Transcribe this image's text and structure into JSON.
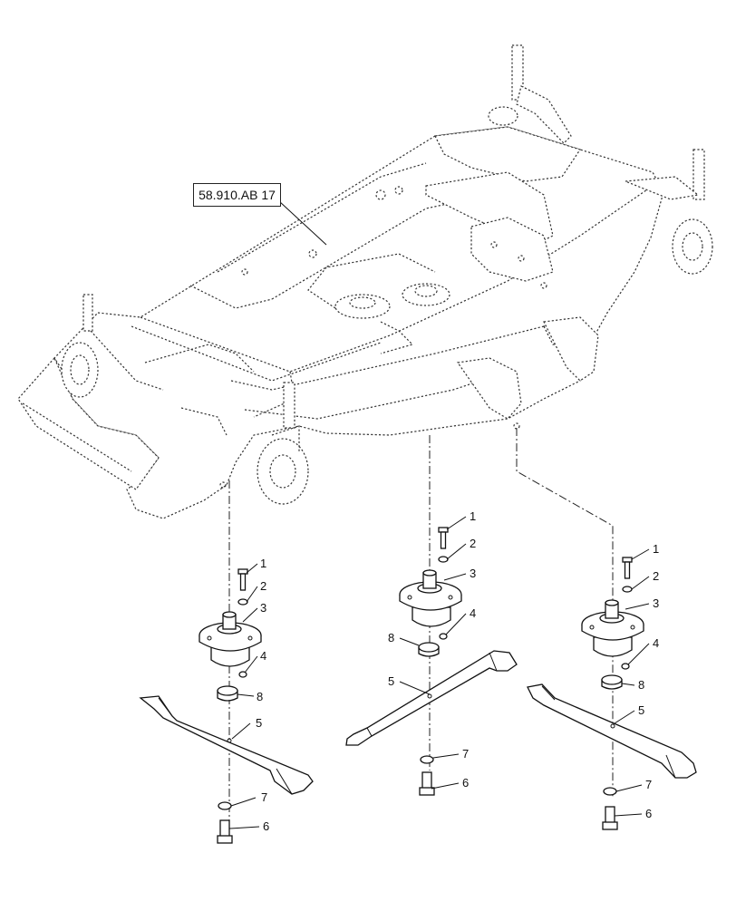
{
  "reference": {
    "label": "58.910.AB 17"
  },
  "callouts": {
    "left": {
      "c1": "1",
      "c2": "2",
      "c3": "3",
      "c4": "4",
      "c8": "8",
      "c5": "5",
      "c7": "7",
      "c6": "6"
    },
    "center": {
      "c1": "1",
      "c2": "2",
      "c3": "3",
      "c4": "4",
      "c8": "8",
      "c5": "5",
      "c7": "7",
      "c6": "6"
    },
    "right": {
      "c1": "1",
      "c2": "2",
      "c3": "3",
      "c4": "4",
      "c8": "8",
      "c5": "5",
      "c7": "7",
      "c6": "6"
    }
  }
}
